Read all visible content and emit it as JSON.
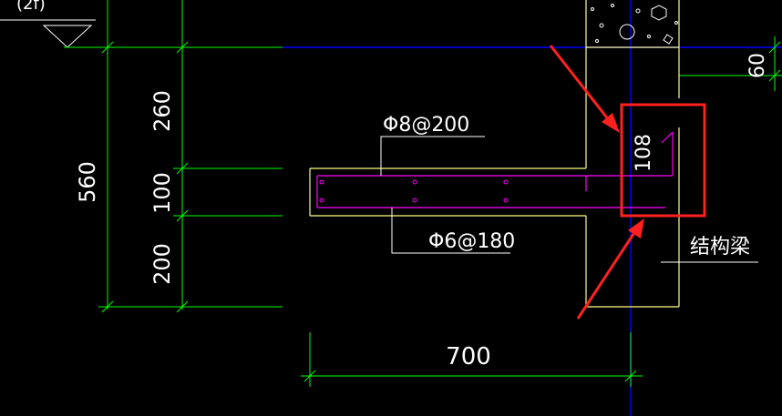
{
  "drawing": {
    "top_left_label": "(2f)",
    "vertical_dimensions": {
      "total": "560",
      "upper": "260",
      "middle": "100",
      "lower": "200"
    },
    "horizontal_dimension": "700",
    "right_edge_dimension": "60",
    "highlight_dimension": "108",
    "rebar_top_label": "Φ8@200",
    "rebar_bottom_label": "Φ6@180",
    "beam_label": "结构梁"
  },
  "colors": {
    "background": "#000000",
    "dimension_line": "#00ff00",
    "axis_line": "#0000ff",
    "outline": "#ffff80",
    "rebar": "#ff00ff",
    "leader": "#ffffff",
    "highlight": "#ff2020"
  }
}
